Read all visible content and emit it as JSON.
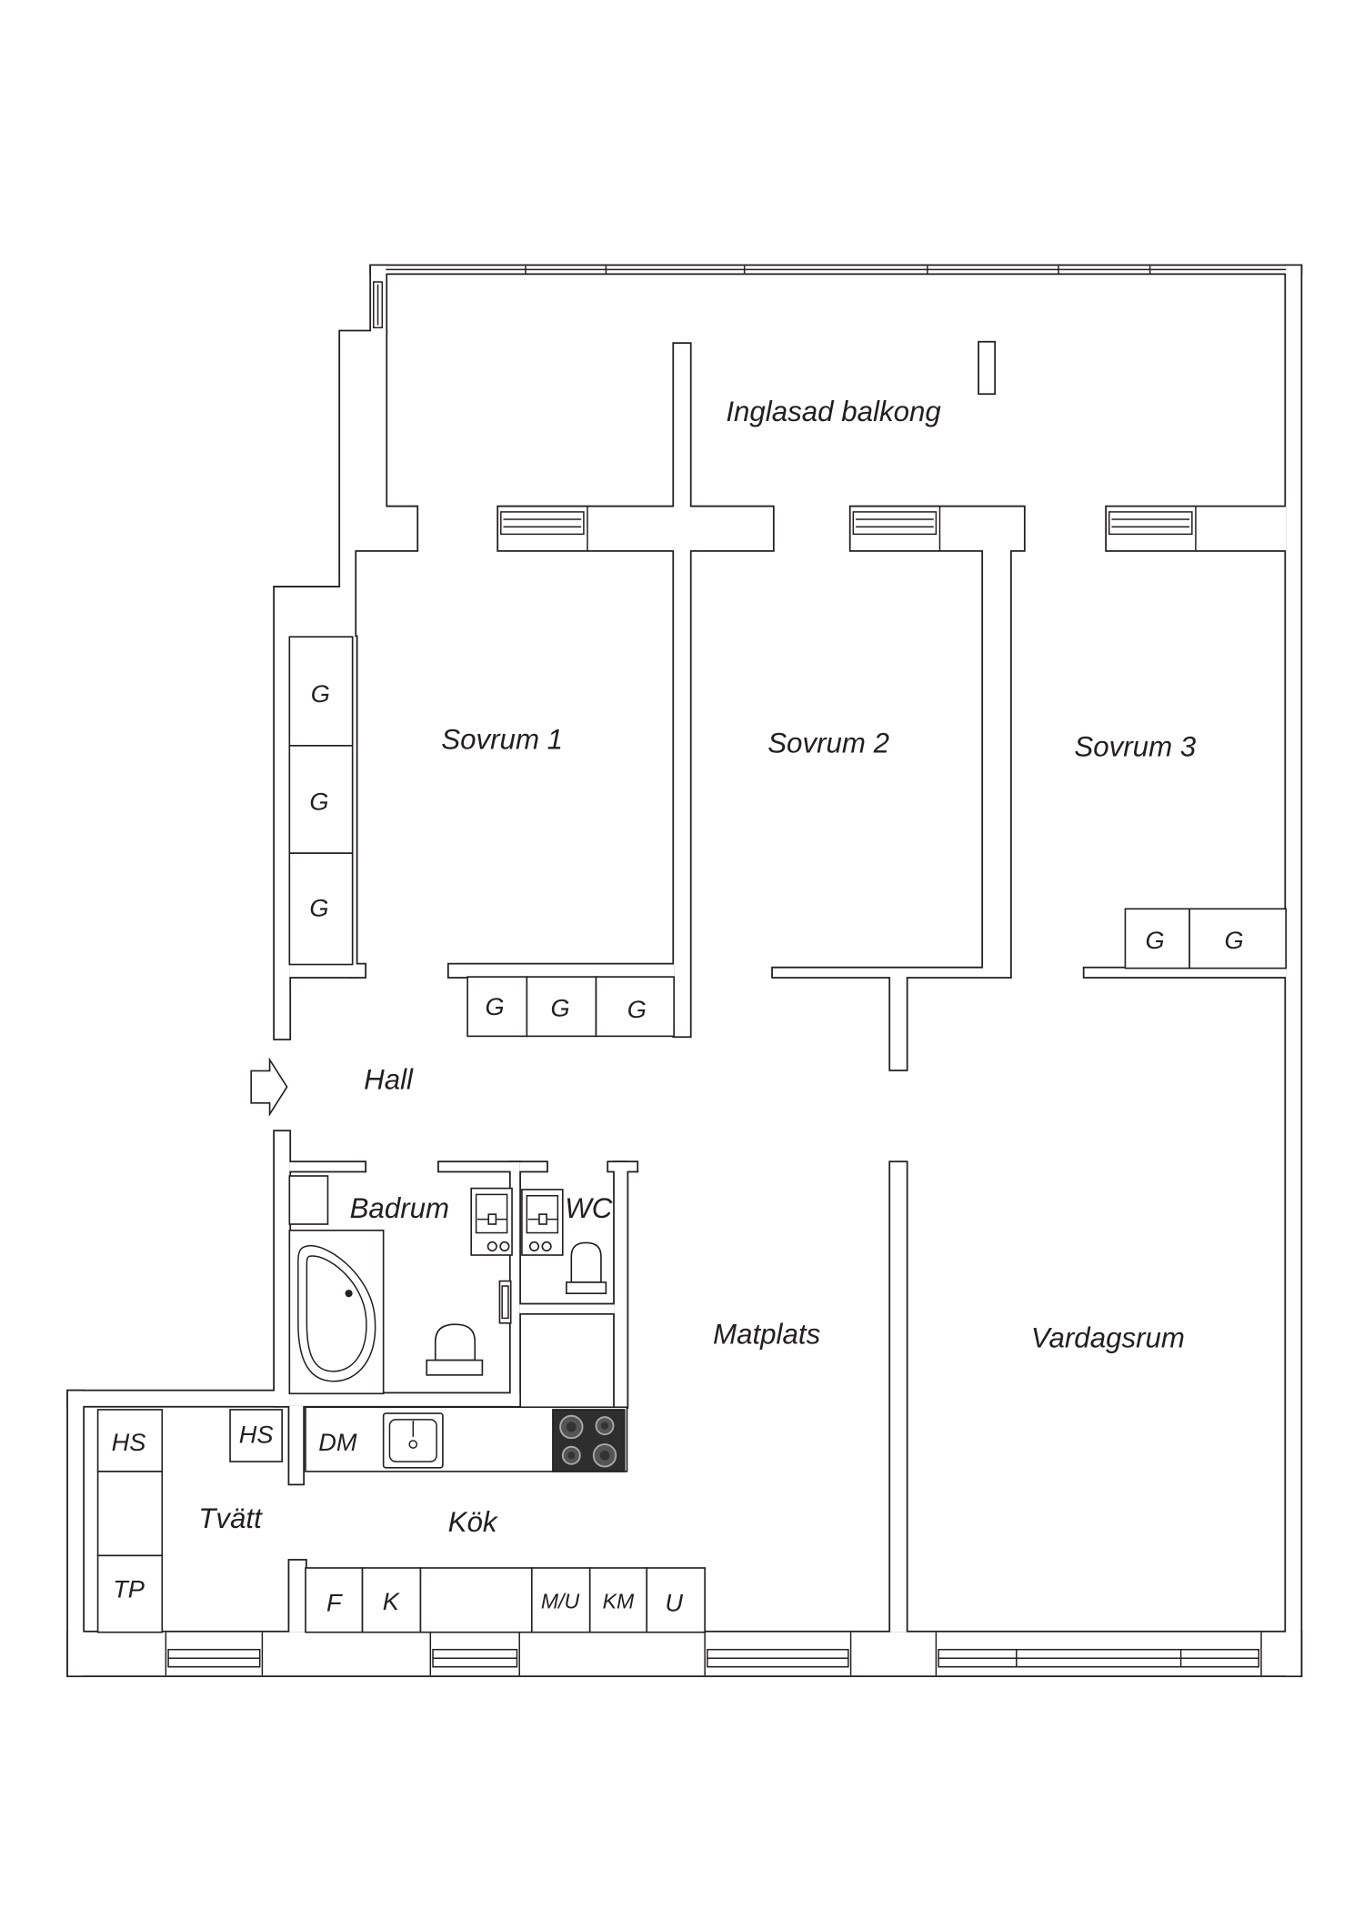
{
  "colors": {
    "line": "#231f20",
    "background": "#ffffff",
    "stove": "#2e2e2e"
  },
  "icons": {
    "entrance": "entrance-arrow-icon"
  },
  "rooms": {
    "balcony": "Inglasad balkong",
    "bedroom1": "Sovrum 1",
    "bedroom2": "Sovrum 2",
    "bedroom3": "Sovrum 3",
    "hall": "Hall",
    "bathroom": "Badrum",
    "wc": "WC",
    "dining": "Matplats",
    "living": "Vardagsrum",
    "laundry": "Tvätt",
    "kitchen": "Kök"
  },
  "fixtures": {
    "hall_wardrobes": [
      "G",
      "G",
      "G"
    ],
    "bedroom1_wardrobes": [
      "G",
      "G",
      "G"
    ],
    "bedroom3_wardrobes": [
      "G",
      "G"
    ],
    "laundry": [
      "HS",
      "TP"
    ],
    "laundry_corner": "HS",
    "dishwasher": "DM",
    "kitchen_units": [
      "F",
      "K",
      "M/U",
      "KM",
      "U"
    ]
  }
}
